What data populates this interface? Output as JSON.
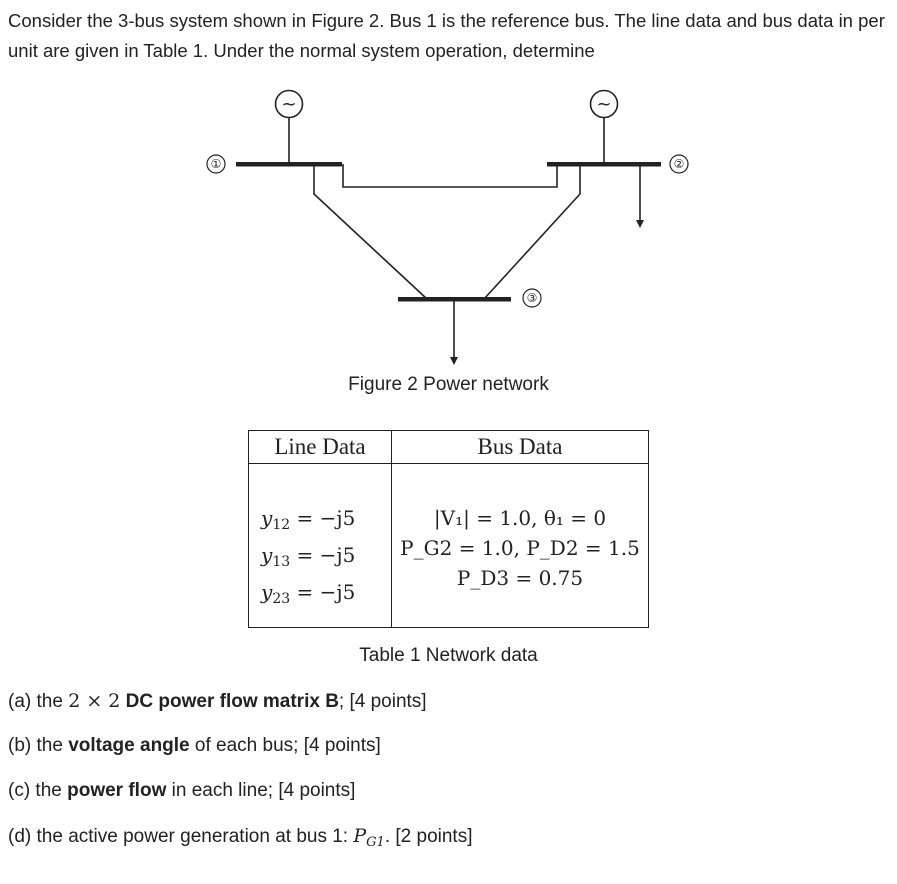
{
  "intro": "Consider the 3-bus system shown in Figure 2. Bus 1 is the reference bus. The line data and bus data in per unit are given in Table 1. Under the normal system operation, determine",
  "figure": {
    "caption": "Figure 2 Power network",
    "bus_labels": [
      "①",
      "②",
      "③"
    ],
    "generator_symbol": "~"
  },
  "table": {
    "caption": "Table 1 Network data",
    "headers": [
      "Line Data",
      "Bus Data"
    ],
    "line_data": [
      {
        "var": "y",
        "sub": "12",
        "value": "= −j5"
      },
      {
        "var": "y",
        "sub": "13",
        "value": "= −j5"
      },
      {
        "var": "y",
        "sub": "23",
        "value": "= −j5"
      }
    ],
    "bus_data": [
      "|V₁| = 1.0, θ₁ = 0",
      "P_G2 = 1.0, P_D2 = 1.5",
      "P_D3 = 0.75"
    ]
  },
  "questions": {
    "a": {
      "pre": "(a) the ",
      "math": "2 × 2",
      "bold": " DC power flow matrix B",
      "post": "; [4 points]"
    },
    "b": {
      "pre": "(b) the ",
      "bold": "voltage angle",
      "post": " of each bus; [4 points]"
    },
    "c": {
      "pre": "(c) the ",
      "bold": "power flow",
      "post": " in each line; [4 points]"
    },
    "d": {
      "pre": "(d) the active power generation at bus 1: ",
      "var": "P",
      "sub": "G1",
      "post": ". [2 points]"
    }
  }
}
